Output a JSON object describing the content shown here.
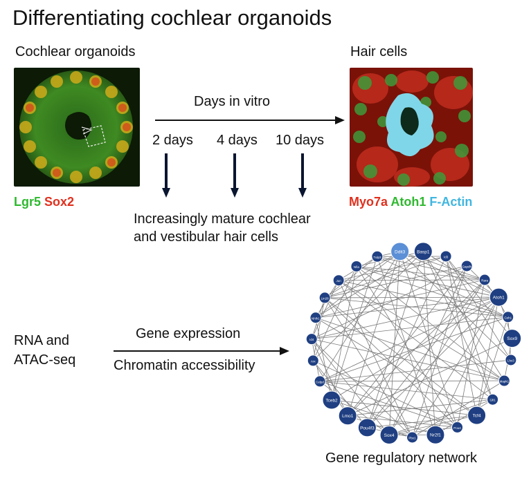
{
  "title": "Differentiating cochlear organoids",
  "organoids": {
    "heading": "Cochlear organoids",
    "legend": [
      {
        "text": "Lgr5",
        "color": "#2fb82f"
      },
      {
        "text": "Sox2",
        "color": "#e0301e"
      }
    ]
  },
  "hair_cells": {
    "heading": "Hair cells",
    "legend": [
      {
        "text": "Myo7a",
        "color": "#e0301e"
      },
      {
        "text": "Atoh1",
        "color": "#2fb82f"
      },
      {
        "text": "F-Actin",
        "color": "#3fb6e0"
      }
    ]
  },
  "timeline": {
    "label": "Days in vitro",
    "steps": [
      "2 days",
      "4 days",
      "10 days"
    ]
  },
  "outcome": {
    "line1": "Increasingly mature cochlear",
    "line2": "and vestibular hair cells"
  },
  "sequencing": {
    "line1": "RNA and",
    "line2": "ATAC-seq",
    "arrow_top": "Gene expression",
    "arrow_bottom": "Chromatin accessibility"
  },
  "network": {
    "caption": "Gene regulatory network",
    "node_color_dark": "#1f3f82",
    "node_color_light": "#5b8fd6",
    "nodes": [
      "Ddit3",
      "Basp1",
      "Id3",
      "Gapdh",
      "Rara",
      "Atoh1",
      "Gsh1",
      "Sox9",
      "Lhx3",
      "Mapk1",
      "Gfi1",
      "Tcf4",
      "Pou4",
      "Nr2f1",
      "Pbx1",
      "Sox4",
      "Pou4f3",
      "Lmo1",
      "Tceb2",
      "Celpd",
      "Arx",
      "Id4",
      "Nhlh1",
      "Lin28",
      "Jun",
      "Nfia",
      "Tulp3"
    ]
  }
}
